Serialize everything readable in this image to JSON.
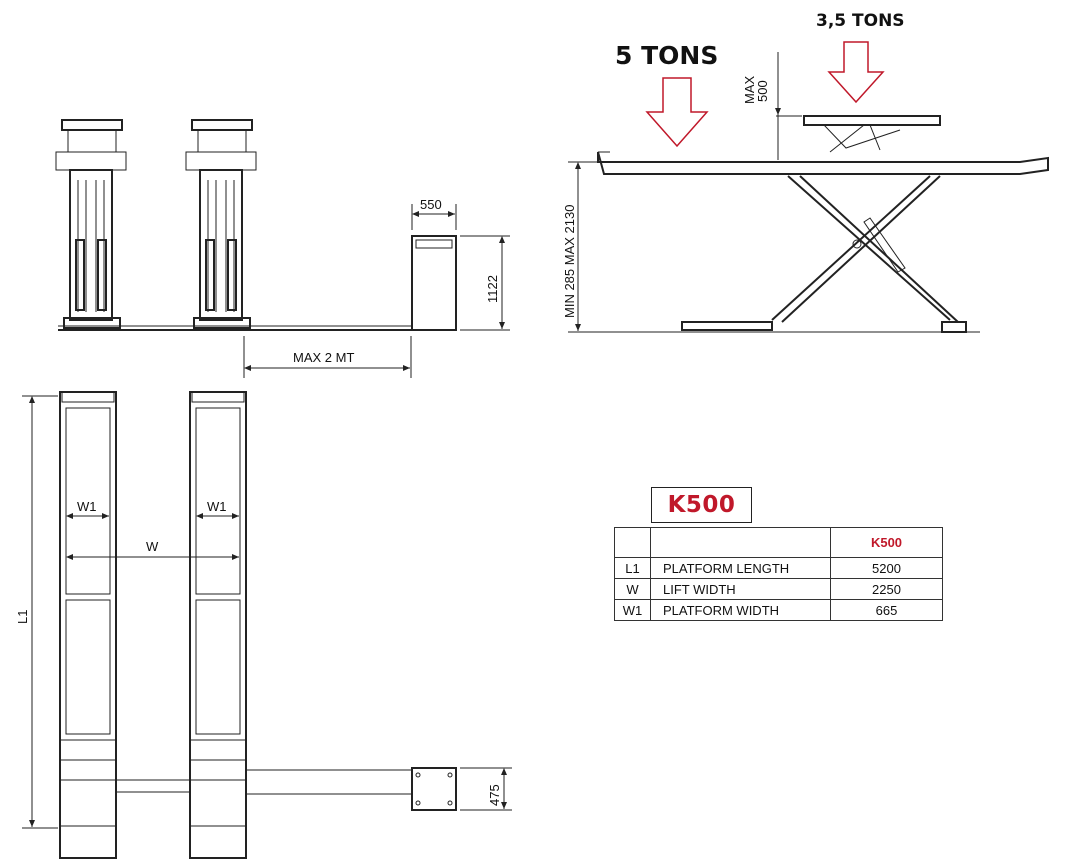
{
  "labels": {
    "tons_main": "5 TONS",
    "tons_secondary": "3,5 TONS",
    "max_lift": [
      "MAX",
      "500"
    ],
    "height_range": "MIN 285  MAX 2130",
    "control_width": "550",
    "control_height": "1122",
    "max_distance": "MAX 2 MT",
    "length": "L1",
    "platform_width": "W1",
    "lift_width": "W",
    "control_depth": "475"
  },
  "spec": {
    "title": "K500",
    "header": [
      "",
      "",
      "K500"
    ],
    "rows": [
      {
        "code": "L1",
        "name": "PLATFORM LENGTH",
        "value": "5200"
      },
      {
        "code": "W",
        "name": "LIFT WIDTH",
        "value": "2250"
      },
      {
        "code": "W1",
        "name": "PLATFORM WIDTH",
        "value": "665"
      }
    ]
  },
  "colors": {
    "accent": "#c0182a",
    "arrow_outline": "#c0182a",
    "line": "#222222"
  }
}
